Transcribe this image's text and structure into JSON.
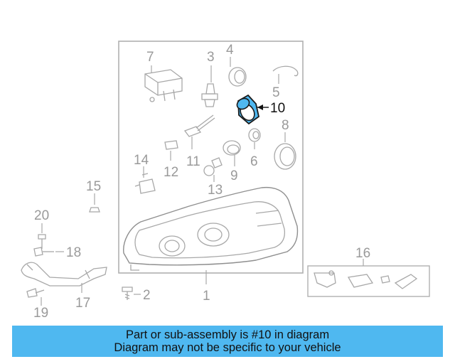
{
  "diagram": {
    "callouts": {
      "c1": "1",
      "c2": "2",
      "c3": "3",
      "c4": "4",
      "c5": "5",
      "c6": "6",
      "c7": "7",
      "c8": "8",
      "c9": "9",
      "c10": "10",
      "c11": "11",
      "c12": "12",
      "c13": "13",
      "c14": "14",
      "c15": "15",
      "c16": "16",
      "c17": "17",
      "c18": "18",
      "c19": "19",
      "c20": "20"
    },
    "highlighted_part": "10",
    "highlight_color": "#4fb8f0",
    "line_color": "#a8a8a8"
  },
  "banner": {
    "line1": "Part or sub-assembly is #10 in diagram",
    "line2": "Diagram may not be specific to your vehicle",
    "background": "#4fb8f0"
  }
}
